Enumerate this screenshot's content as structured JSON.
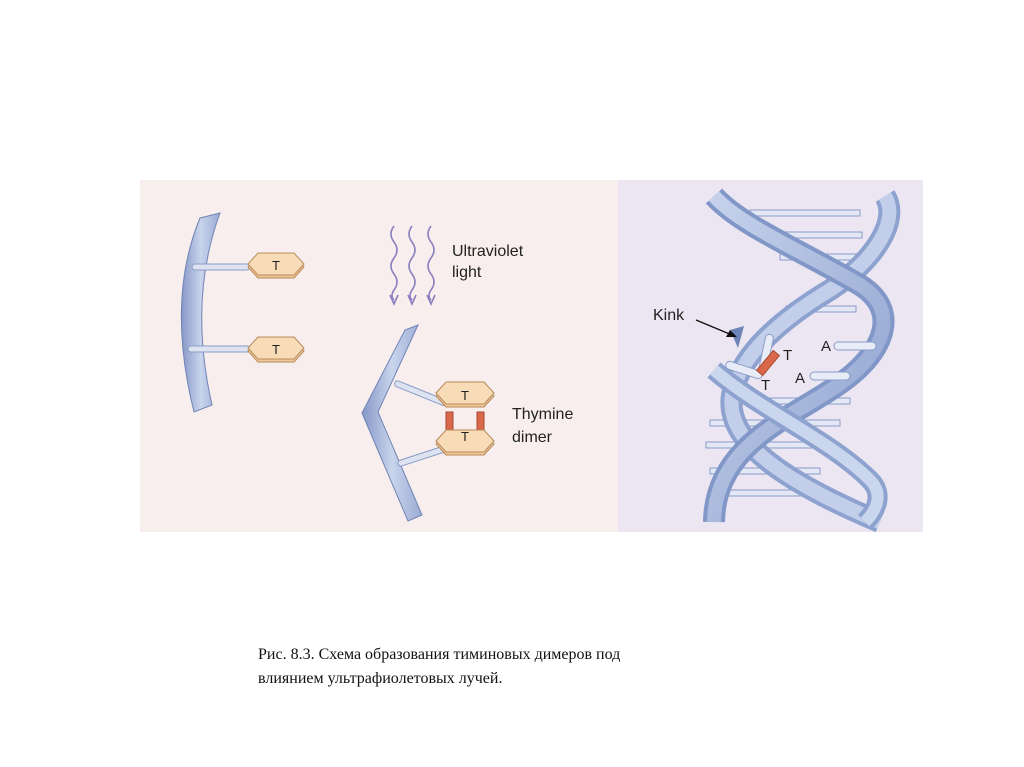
{
  "figure": {
    "labels": {
      "ultraviolet_line1": "Ultraviolet",
      "ultraviolet_line2": "light",
      "thymine_dimer_line1": "Thymine",
      "thymine_dimer_line2": "dimer",
      "kink": "Kink",
      "base_t": "T",
      "base_a": "A"
    },
    "colors": {
      "left_panel_bg": "#f8eeee",
      "right_panel_bg": "#ece6f2",
      "strand_blue": "#a9b9dc",
      "strand_dark": "#7f95c4",
      "thymine_fill": "#f5d6ae",
      "dimer_bond": "#d9674a",
      "uv_wave": "#8c7fc0"
    },
    "icons": [
      "uv-wave-arrow-icon",
      "thymine-hexagon-icon",
      "dna-helix-icon"
    ]
  },
  "caption": {
    "line1": "Рис. 8.3. Схема образования тиминовых димеров под",
    "line2": "влиянием ультрафиолетовых лучей."
  }
}
